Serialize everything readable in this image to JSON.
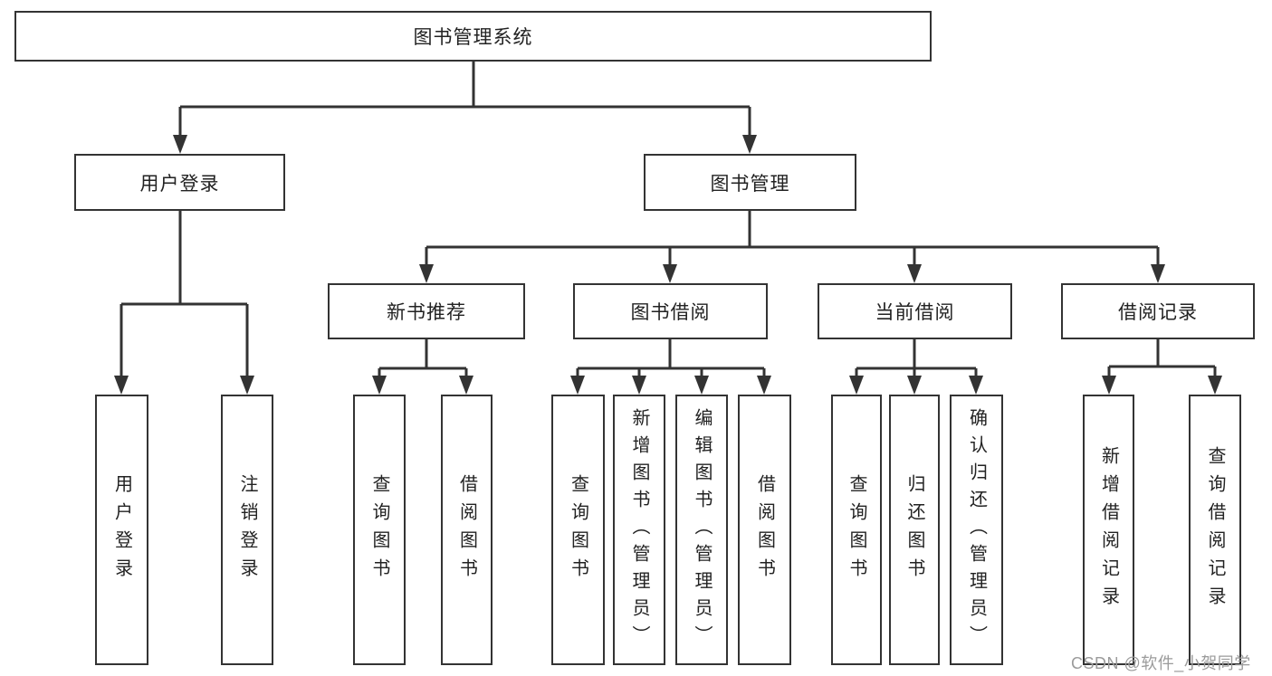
{
  "nodes": {
    "root": {
      "label": "图书管理系统"
    },
    "user_login": {
      "label": "用户登录"
    },
    "book_mgmt": {
      "label": "图书管理"
    },
    "new_book_rec": {
      "label": "新书推荐"
    },
    "book_borrow": {
      "label": "图书借阅"
    },
    "current_borrow": {
      "label": "当前借阅"
    },
    "borrow_record": {
      "label": "借阅记录"
    },
    "leaf_user_login": {
      "label": "用户登录"
    },
    "leaf_logout": {
      "label": "注销登录"
    },
    "leaf_rec_query": {
      "label": "查询图书"
    },
    "leaf_rec_borrow": {
      "label": "借阅图书"
    },
    "leaf_bb_query": {
      "label": "查询图书"
    },
    "leaf_bb_add": {
      "label": "新增图书（管理员）"
    },
    "leaf_bb_edit": {
      "label": "编辑图书（管理员）"
    },
    "leaf_bb_borrow": {
      "label": "借阅图书"
    },
    "leaf_cb_query": {
      "label": "查询图书"
    },
    "leaf_cb_return": {
      "label": "归还图书"
    },
    "leaf_cb_confirm": {
      "label": "确认归还（管理员）"
    },
    "leaf_br_add": {
      "label": "新增借阅记录"
    },
    "leaf_br_query": {
      "label": "查询借阅记录"
    }
  },
  "watermark": {
    "text": "CSDN @软件_小贺同学"
  },
  "colors": {
    "line": "#333333",
    "box_border": "#333333",
    "background": "#ffffff",
    "text": "#222222",
    "watermark": "#9b9b9b"
  }
}
